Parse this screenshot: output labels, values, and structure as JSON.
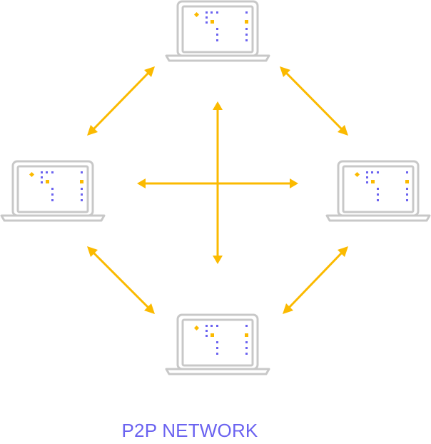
{
  "title": "P2P NETWORK",
  "colors": {
    "arrow": "#FBBA00",
    "laptop_outline": "#C8C8C8",
    "code_dot_accent": "#FBBA00",
    "code_dot_primary": "#6B63F0",
    "title_text": "#6B63F0"
  },
  "nodes": [
    {
      "id": "top",
      "label": ""
    },
    {
      "id": "left",
      "label": ""
    },
    {
      "id": "right",
      "label": ""
    },
    {
      "id": "bottom",
      "label": ""
    }
  ],
  "connections": [
    {
      "from": "left",
      "to": "top",
      "bidirectional": true
    },
    {
      "from": "top",
      "to": "right",
      "bidirectional": true
    },
    {
      "from": "left",
      "to": "bottom",
      "bidirectional": true
    },
    {
      "from": "bottom",
      "to": "right",
      "bidirectional": true
    },
    {
      "from": "left",
      "to": "right",
      "bidirectional": true
    },
    {
      "from": "top",
      "to": "bottom",
      "bidirectional": true
    }
  ]
}
